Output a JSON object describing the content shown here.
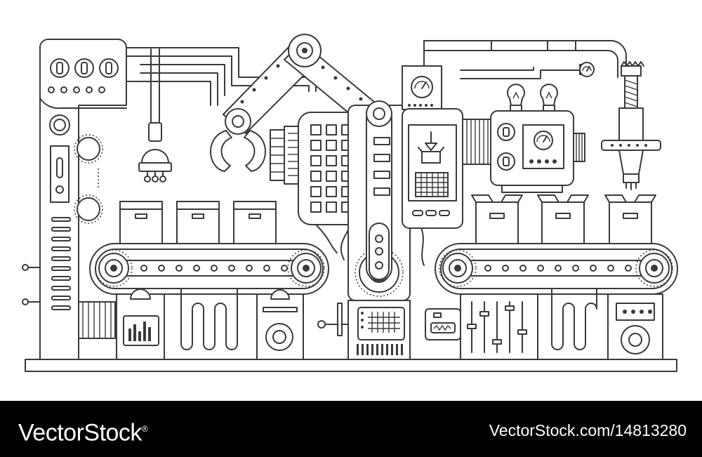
{
  "illustration": {
    "subject": "factory-conveyor-line",
    "stroke_color": "#3a3a3a",
    "background": "#ffffff"
  },
  "footer": {
    "brand": "VectorStock",
    "registered_mark": "®",
    "stock_id": "VectorStock.com/14813280",
    "background": "#000000",
    "text_color": "#ffffff"
  }
}
